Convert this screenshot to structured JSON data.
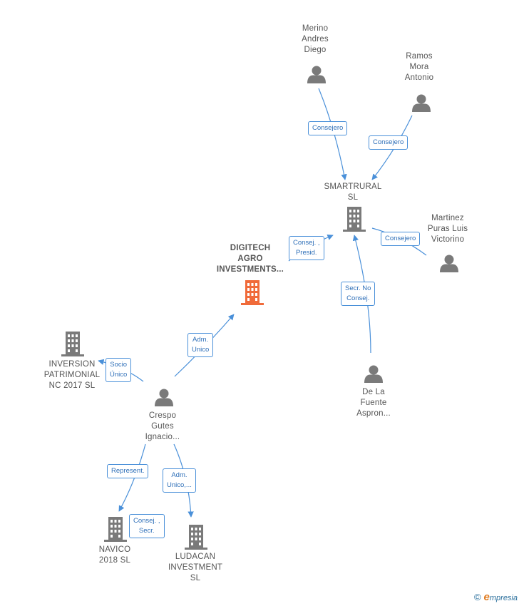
{
  "colors": {
    "edge": "#4a90d9",
    "node_gray": "#7a7a7a",
    "node_focus": "#f06b3a"
  },
  "nodes": {
    "merino": "Merino\nAndres\nDiego",
    "ramos": "Ramos\nMora\nAntonio",
    "smartrural": "SMARTRURAL\nSL",
    "martinez": "Martinez\nPuras Luis\nVictorino",
    "digitech": "DIGITECH\nAGRO\nINVESTMENTS...",
    "inversion": "INVERSION\nPATRIMONIAL\nNC 2017  SL",
    "crespo": "Crespo\nGutes\nIgnacio...",
    "delafuente": "De La\nFuente\nAspron...",
    "navico": "NAVICO\n2018  SL",
    "ludacan": "LUDACAN\nINVESTMENT\nSL"
  },
  "edges": {
    "merino_smartrural": "Consejero",
    "ramos_smartrural": "Consejero",
    "martinez_smartrural": "Consejero",
    "digitech_smartrural": "Consej. ,\nPresid.",
    "delafuente_smartrural": "Secr.  No\nConsej.",
    "crespo_digitech": "Adm.\nUnico",
    "crespo_inversion": "Socio\nÚnico",
    "crespo_navico": "Represent.",
    "crespo_ludacan": "Adm.\nUnico,...",
    "ludacan_navico": "Consej. ,\nSecr."
  },
  "footer": {
    "copyright": "©",
    "brand_initial": "e",
    "brand_rest": "mpresia"
  }
}
